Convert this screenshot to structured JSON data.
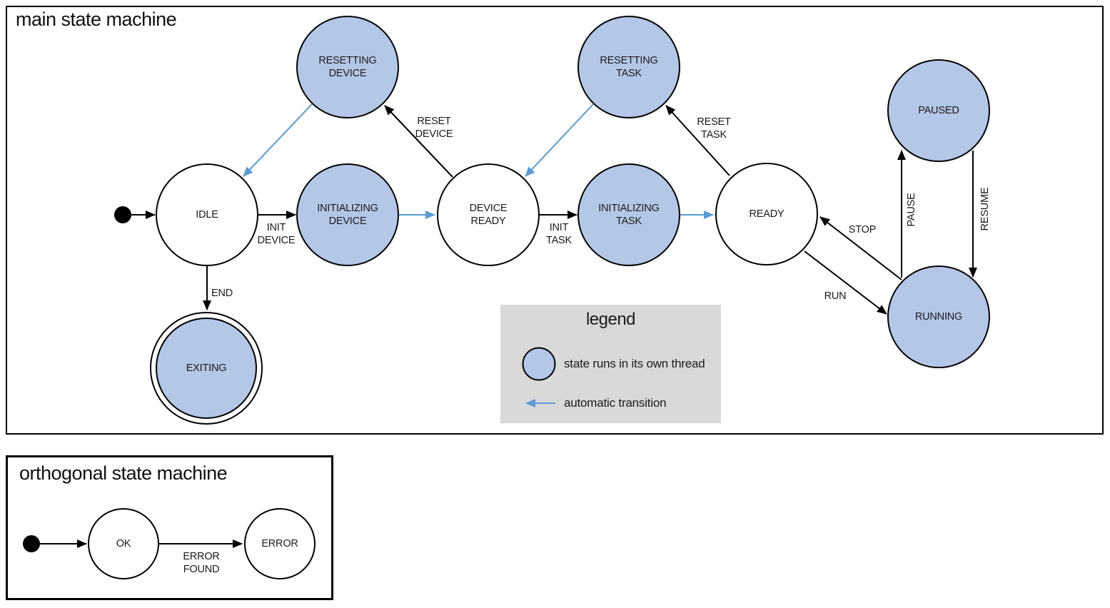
{
  "main": {
    "title": "main state machine",
    "states": {
      "idle": "IDLE",
      "resetting_device": "RESETTING\nDEVICE",
      "initializing_device": "INITIALIZING\nDEVICE",
      "device_ready": "DEVICE\nREADY",
      "resetting_task": "RESETTING\nTASK",
      "initializing_task": "INITIALIZING\nTASK",
      "ready": "READY",
      "paused": "PAUSED",
      "running": "RUNNING",
      "exiting": "EXITING"
    },
    "transitions": {
      "init_device": "INIT\nDEVICE",
      "reset_device": "RESET\nDEVICE",
      "init_task": "INIT\nTASK",
      "reset_task": "RESET\nTASK",
      "stop": "STOP",
      "run": "RUN",
      "pause": "PAUSE",
      "resume": "RESUME",
      "end": "END"
    }
  },
  "legend": {
    "title": "legend",
    "threaded_label": "state runs in its own thread",
    "auto_label": "automatic transition"
  },
  "orthogonal": {
    "title": "orthogonal state machine",
    "states": {
      "ok": "OK",
      "error": "ERROR"
    },
    "transitions": {
      "error_found": "ERROR\nFOUND"
    }
  },
  "colors": {
    "threaded_state_fill": "#b4c7e7",
    "state_stroke": "#000000",
    "auto_transition_arrow": "#5b9bd5",
    "legend_background": "#d9d9d9"
  }
}
